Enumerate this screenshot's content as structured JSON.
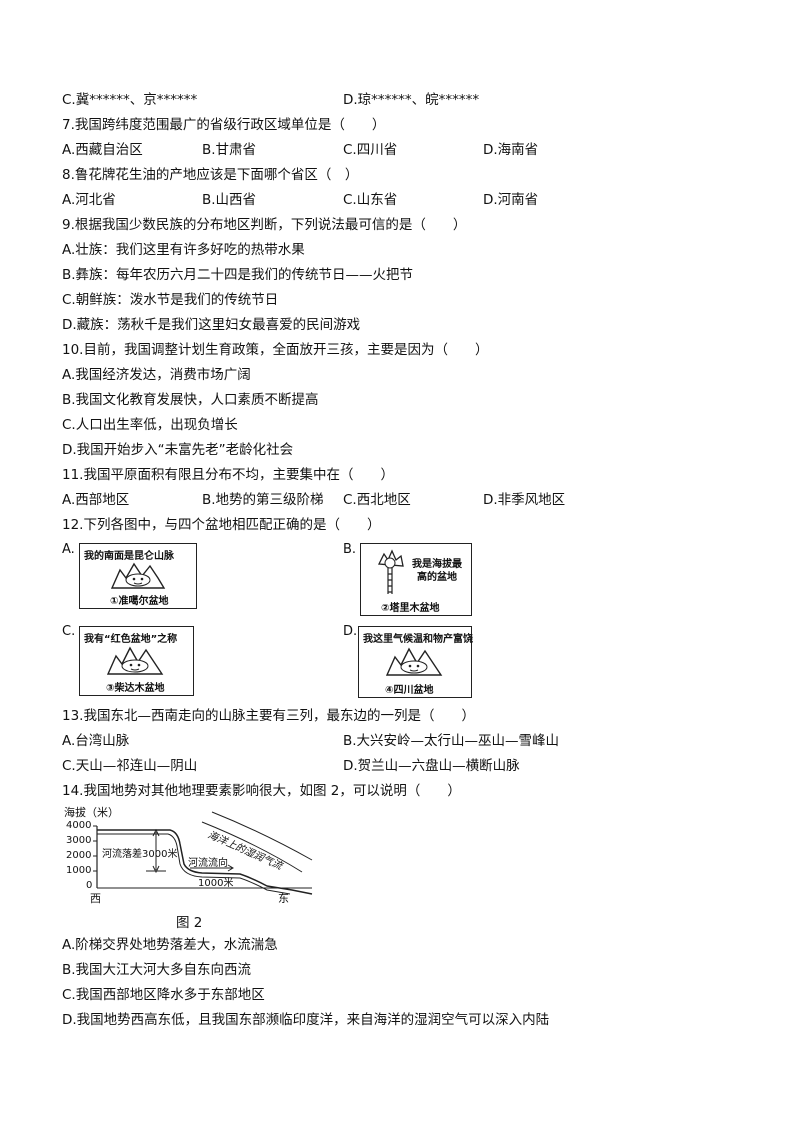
{
  "q6_opts": {
    "c": "C.冀******、京******",
    "d": "D.琼******、皖******"
  },
  "q7": {
    "stem": "7.我国跨纬度范围最广的省级行政区域单位是（　　）",
    "a": "A.西藏自治区",
    "b": "B.甘肃省",
    "c": "C.四川省",
    "d": "D.海南省"
  },
  "q8": {
    "stem": "8.鲁花牌花生油的产地应该是下面哪个省区（　）",
    "a": "A.河北省",
    "b": "B.山西省",
    "c": "C.山东省",
    "d": "D.河南省"
  },
  "q9": {
    "stem": "9.根据我国少数民族的分布地区判断，下列说法最可信的是（　　）",
    "a": "A.壮族：我们这里有许多好吃的热带水果",
    "b": "B.彝族：每年农历六月二十四是我们的传统节日——火把节",
    "c": "C.朝鲜族：泼水节是我们的传统节日",
    "d": "D.藏族：荡秋千是我们这里妇女最喜爱的民间游戏"
  },
  "q10": {
    "stem": "10.目前，我国调整计划生育政策，全面放开三孩，主要是因为（　　）",
    "a": "A.我国经济发达，消费市场广阔",
    "b": "B.我国文化教育发展快，人口素质不断提高",
    "c": "C.人口出生率低，出现负增长",
    "d": "D.我国开始步入“未富先老”老龄化社会"
  },
  "q11": {
    "stem": "11.我国平原面积有限且分布不均，主要集中在（　　）",
    "a": "A.西部地区",
    "b": "B.地势的第三级阶梯",
    "c": "C.西北地区",
    "d": "D.非季风地区"
  },
  "q12": {
    "stem": "12.下列各图中，与四个盆地相匹配正确的是（　　）",
    "pics": [
      {
        "letter": "A.",
        "top": "我的南面是昆仑山脉",
        "cap": "①准噶尔盆地"
      },
      {
        "letter": "B.",
        "side": "我是海拔最高的盆地",
        "cap": "②塔里木盆地"
      },
      {
        "letter": "C.",
        "top": "我有“红色盆地”之称",
        "cap": "③柴达木盆地"
      },
      {
        "letter": "D.",
        "top": "我这里气候温和物产富饶",
        "cap": "④四川盆地"
      }
    ]
  },
  "q13": {
    "stem": "13.我国东北—西南走向的山脉主要有三列，最东边的一列是（　　）",
    "a": "A.台湾山脉",
    "b": "B.大兴安岭—太行山—巫山—雪峰山",
    "c": "C.天山—祁连山—阴山",
    "d": "D.贺兰山—六盘山—横断山脉"
  },
  "q14": {
    "stem": "14.我国地势对其他地理要素影响很大，如图 2，可以说明（　　）",
    "figure": {
      "ylabel": "海拔（米）",
      "yticks": [
        "4000",
        "3000",
        "2000",
        "1000",
        "0"
      ],
      "west": "西",
      "east": "东",
      "drop": "河流落差3000米",
      "flow": "河流流向",
      "elev1000": "1000米",
      "air": "海洋上的湿润气流",
      "caption": "图 2"
    },
    "a": "A.阶梯交界处地势落差大，水流湍急",
    "b": "B.我国大江大河大多自东向西流",
    "c": "C.我国西部地区降水多于东部地区",
    "d": "D.我国地势西高东低，且我国东部濒临印度洋，来自海洋的湿润空气可以深入内陆"
  }
}
